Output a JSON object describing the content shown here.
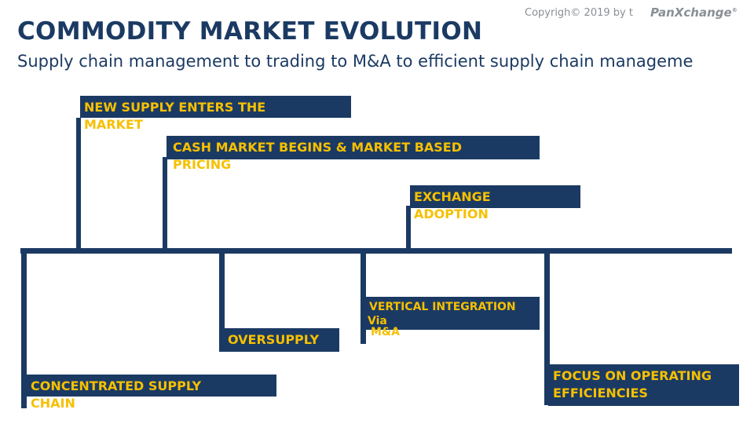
{
  "header": {
    "title": "COMMODITY MARKET EVOLUTION",
    "copyright": "Copyrigh© 2019 by t",
    "logo_text": "PanXchange",
    "logo_mark": "®",
    "subtitle": "Supply chain management to trading to M&A to efficient supply chain manageme"
  },
  "timeline": {
    "above": [
      {
        "lines": [
          "NEW SUPPLY ENTERS THE",
          "MARKET"
        ]
      },
      {
        "lines": [
          "CASH MARKET BEGINS & MARKET BASED",
          "PRICING"
        ]
      },
      {
        "lines": [
          "EXCHANGE",
          "ADOPTION"
        ]
      }
    ],
    "below": [
      {
        "lines": [
          "CONCENTRATED SUPPLY",
          "CHAIN"
        ]
      },
      {
        "lines": [
          "OVERSUPPLY"
        ]
      },
      {
        "lines": [
          "VERTICAL INTEGRATION",
          "Via",
          "M&A"
        ]
      },
      {
        "lines": [
          "FOCUS ON OPERATING",
          "EFFICIENCIES"
        ]
      }
    ]
  },
  "colors": {
    "navy": "#1b3a63",
    "label_yellow": "#f6c000",
    "copyright_gray": "#8a8f96"
  }
}
